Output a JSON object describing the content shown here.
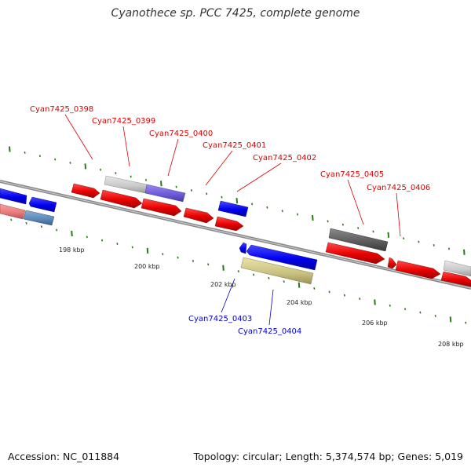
{
  "title": "Cyanothece sp. PCC 7425, complete genome",
  "footer": {
    "accession": "Accession: NC_011884",
    "info": "Topology: circular; Length: 5,374,574 bp; Genes: 5,019"
  },
  "scale_labels": [
    "198 kbp",
    "200 kbp",
    "202 kbp",
    "204 kbp",
    "206 kbp",
    "208 kbp"
  ],
  "gene_labels_forward": [
    "Cyan7425_0398",
    "Cyan7425_0399",
    "Cyan7425_0400",
    "Cyan7425_0401",
    "Cyan7425_0402",
    "Cyan7425_0405",
    "Cyan7425_0406"
  ],
  "gene_labels_reverse": [
    "Cyan7425_0403",
    "Cyan7425_0404"
  ],
  "colors": {
    "forward_label": "#dd0000",
    "reverse_label": "#0000cc",
    "forward_gene": "#ee0000",
    "reverse_gene": "#0000ee",
    "tick": "#2a7a1a",
    "backbone": "#808080"
  }
}
